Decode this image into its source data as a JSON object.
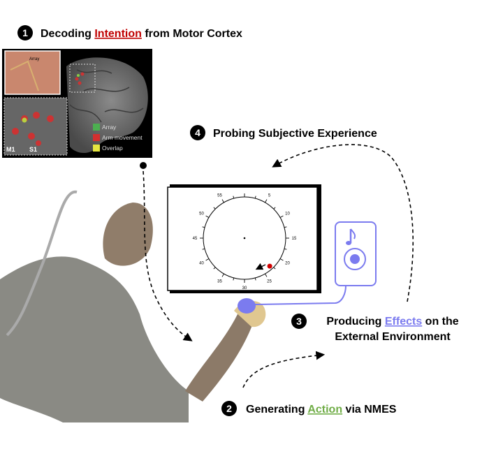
{
  "steps": [
    {
      "number": "1",
      "prefix": "Decoding ",
      "highlight": "Intention",
      "suffix": " from Motor Cortex",
      "color": "#c00000"
    },
    {
      "number": "2",
      "prefix": "Generating ",
      "highlight": "Action",
      "suffix": " via NMES",
      "color": "#70ad47"
    },
    {
      "number": "3",
      "prefix": "Producing ",
      "highlight": "Effects",
      "suffix": " on the",
      "line2": "External Environment",
      "color": "#7b7bef"
    },
    {
      "number": "4",
      "prefix": "Probing Subjective Experience",
      "highlight": "",
      "suffix": "",
      "color": "#000000"
    }
  ],
  "brain": {
    "inset_label": "Array",
    "region_labels": [
      "M1",
      "S1"
    ],
    "legend": [
      {
        "label": "Array",
        "color": "#4caf50"
      },
      {
        "label": "Arm movement",
        "color": "#d32f2f"
      },
      {
        "label": "Overlap",
        "color": "#e6e640"
      }
    ]
  },
  "clock": {
    "labels": [
      "5",
      "10",
      "15",
      "20",
      "25",
      "30",
      "35",
      "40",
      "45",
      "50",
      "55"
    ],
    "dot_position_minutes": 23,
    "dot_color": "#d00000"
  }
}
